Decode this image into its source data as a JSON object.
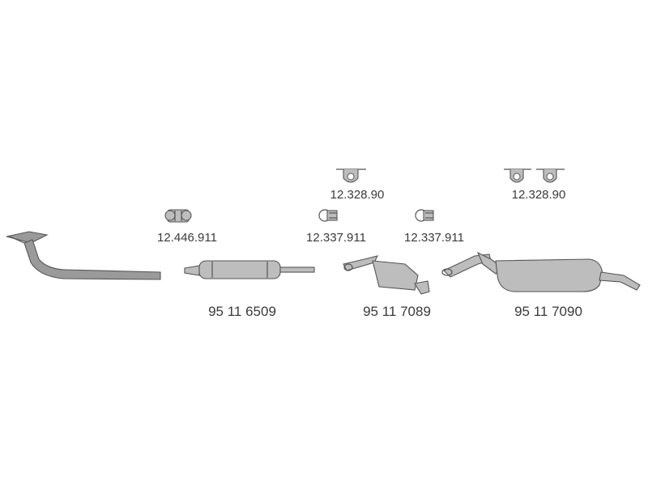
{
  "parts": {
    "front_pipe": {
      "icon": "front-pipe-icon"
    },
    "clamp_large": {
      "code": "12.446.911",
      "icon": "pipe-clamp-icon"
    },
    "clamp_left": {
      "code": "12.337.911",
      "icon": "u-bolt-clamp-icon"
    },
    "clamp_right": {
      "code": "12.337.911",
      "icon": "u-bolt-clamp-icon"
    },
    "hanger_left": {
      "code": "12.328.90",
      "icon": "rubber-hanger-icon"
    },
    "hanger_right": {
      "code": "12.328.90",
      "icon": "rubber-hanger-icon"
    },
    "middle_silencer": {
      "code": "95  11  6509",
      "icon": "middle-silencer-icon"
    },
    "center_muffler": {
      "code": "95  11  7089",
      "icon": "center-muffler-icon"
    },
    "rear_muffler": {
      "code": "95  11  7090",
      "icon": "rear-muffler-icon"
    }
  }
}
